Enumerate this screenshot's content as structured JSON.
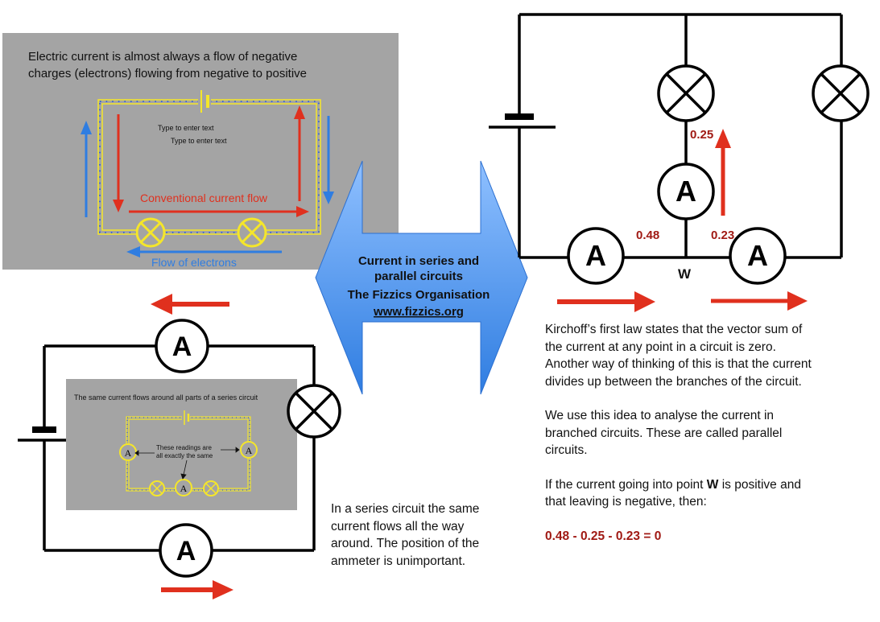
{
  "top_left_panel": {
    "heading_line1": "Electric current is almost always a flow of negative",
    "heading_line2": "charges (electrons) flowing from negative to positive",
    "placeholder1": "Type to enter text",
    "placeholder2": "Type to enter text",
    "conventional_label": "Conventional current flow",
    "electrons_label": "Flow of electrons"
  },
  "center_arrow": {
    "line1": "Current in series and",
    "line2": "parallel circuits",
    "line3": "The Fizzics Organisation",
    "link": "www.fizzics.org"
  },
  "parallel_circuit": {
    "ammeter_symbol": "A",
    "reading_top": "0.25",
    "reading_left": "0.48",
    "reading_right": "0.23",
    "junction_label": "W"
  },
  "series_panel": {
    "caption": "The same current flows around all parts of a series circuit",
    "note_line1": "These readings are",
    "note_line2": "all exactly the same",
    "ammeter_symbol": "A"
  },
  "series_text": {
    "line1": "In a series circuit the same",
    "line2": "current flows all the way",
    "line3": "around. The position of the",
    "line4": "ammeter is unimportant."
  },
  "kirchoff_text": {
    "p1_line1": "Kirchoff’s first law states that the vector sum of",
    "p1_line2": "the current at any point in a circuit is zero.",
    "p1_line3": "Another way of thinking of this is that the current",
    "p1_line4": "divides up between the branches of the circuit.",
    "p2_line1": "We use this idea to analyse the current in",
    "p2_line2": "branched circuits. These are called parallel",
    "p2_line3": "circuits.",
    "p3_line1_pre": "If the current going into point ",
    "p3_line1_bold": "W",
    "p3_line1_post": " is positive and",
    "p3_line2": "that leaving is negative, then:",
    "equation": "0.48 - 0.25  - 0.23 = 0"
  },
  "colors": {
    "red_arrow": "#e0301e",
    "blue_arrow": "#2f7de1",
    "yellow_wire": "#f5e62a",
    "panel_gray": "#a4a4a4",
    "dark_red_text": "#a01a14"
  }
}
